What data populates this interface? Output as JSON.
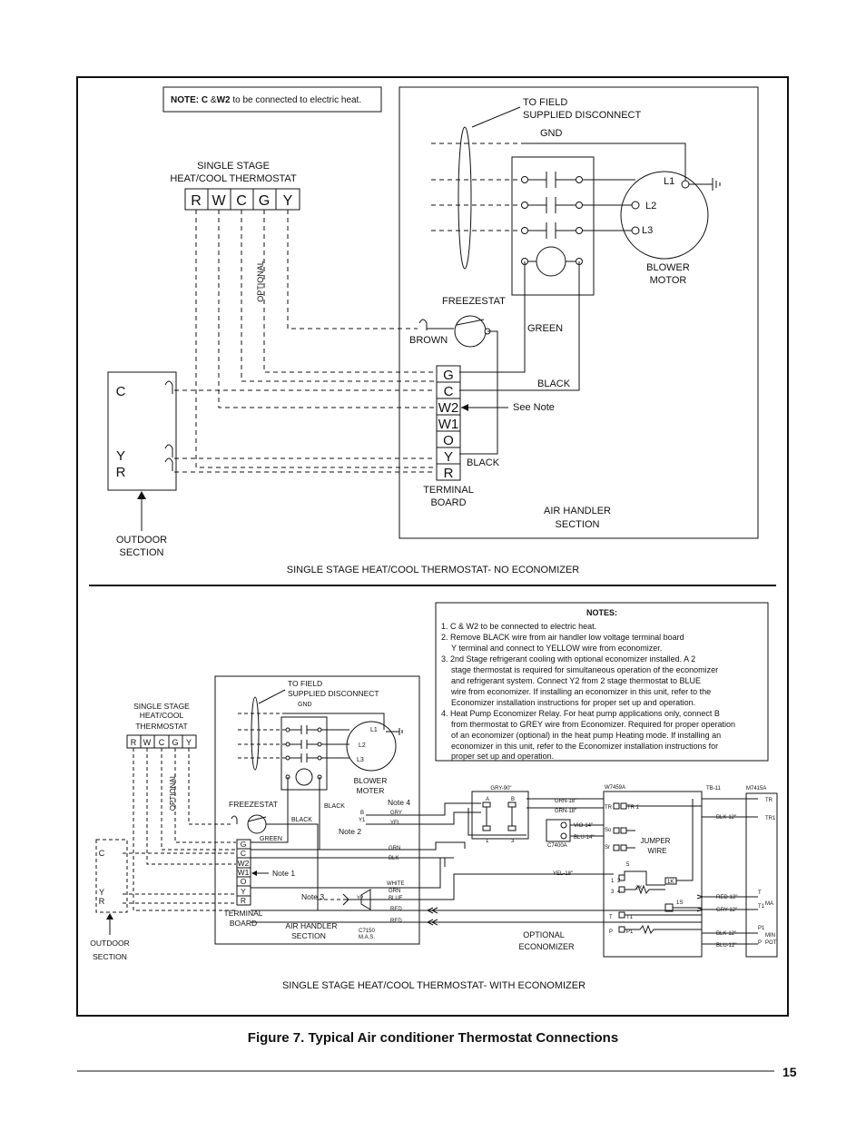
{
  "top_diagram": {
    "note": {
      "prefix": "NOTE:",
      "c": "C",
      "amp": "&",
      "w2": "W2",
      "rest": "to be connected to electric heat."
    },
    "thermostat_title_1": "SINGLE STAGE",
    "thermostat_title_2": "HEAT/COOL THERMOSTAT",
    "thermostat_terminals": [
      "R",
      "W",
      "C",
      "G",
      "Y"
    ],
    "optional_label": "OPTIONAL",
    "to_field_1": "TO FIELD",
    "to_field_2": "SUPPLIED DISCONNECT",
    "gnd": "GND",
    "motor_leads": [
      "L1",
      "L2",
      "L3"
    ],
    "blower_motor_1": "BLOWER",
    "blower_motor_2": "MOTOR",
    "freezestat": "FREEZESTAT",
    "brown": "BROWN",
    "green": "GREEN",
    "black_1": "BLACK",
    "black_2": "BLACK",
    "see_note": "See Note",
    "terminal_board": [
      "G",
      "C",
      "W2",
      "W1",
      "O",
      "Y",
      "R"
    ],
    "terminal_board_label_1": "TERMINAL",
    "terminal_board_label_2": "BOARD",
    "air_handler_1": "AIR HANDLER",
    "air_handler_2": "SECTION",
    "outdoor_terminals": [
      "C",
      "Y",
      "R"
    ],
    "outdoor_1": "OUTDOOR",
    "outdoor_2": "SECTION",
    "caption": "SINGLE STAGE HEAT/COOL THERMOSTAT- NO ECONOMIZER"
  },
  "bottom_diagram": {
    "notes_title": "NOTES:",
    "notes": [
      "1. C & W2 to be connected to electric heat.",
      "2. Remove BLACK wire from air handler low voltage terminal board",
      "Y terminal and connect to YELLOW wire from economizer.",
      "3. 2nd Stage refrigerant cooling with optional economizer installed. A 2",
      "stage thermostat is required for simultaneous operation of the economizer",
      "and refrigerant system. Connect Y2 from 2 stage thermostat to BLUE",
      "wire from economizer. If installing an economizer in this unit, refer to the",
      "Economizer installation instructions for proper set up and operation.",
      "4. Heat Pump Economizer Relay. For heat pump applications only, connect B",
      "from thermostat to GREY wire from Economizer. Required for proper operation",
      "of an economizer (optional) in the heat pump Heating mode. If installing an",
      "economizer in this unit, refer to the Economizer installation instructions for",
      "proper set up and operation."
    ],
    "thermostat_title": [
      "SINGLE STAGE",
      "HEAT/COOL",
      "THERMOSTAT"
    ],
    "thermostat_terminals": [
      "R",
      "W",
      "C",
      "G",
      "Y"
    ],
    "optional_label": "OPTIONAL",
    "to_field_1": "TO FIELD",
    "to_field_2": "SUPPLIED DISCONNECT",
    "gnd": "GND",
    "motor_leads": [
      "L1",
      "L2",
      "L3"
    ],
    "blower_1": "BLOWER",
    "blower_2": "MOTER",
    "freezestat": "FREEZESTAT",
    "black_a": "BLACK",
    "black_b": "BLACK",
    "green": "GREEN",
    "note_labels": [
      "Note 4",
      "Note 2",
      "Note 1",
      "Note 3"
    ],
    "by_labels": [
      "B",
      "Y1",
      "Y2"
    ],
    "wire_labels": [
      "GRY",
      "YEL",
      "GRN",
      "BLK",
      "WHITE",
      "GRN",
      "BLUE",
      "RED",
      "RED"
    ],
    "terminal_board": [
      "G",
      "C",
      "W2",
      "W1",
      "O",
      "Y",
      "R"
    ],
    "terminal_board_label_1": "TERMINAL",
    "terminal_board_label_2": "BOARD",
    "air_handler_1": "AIR HANDLER",
    "air_handler_2": "SECTION",
    "c7150_1": "C7150",
    "c7150_2": "M.A.S.",
    "outdoor_terminals": [
      "C",
      "Y",
      "R"
    ],
    "outdoor_1": "OUTDOOR",
    "outdoor_2": "SECTION",
    "relay_labels": {
      "gry90": "GRY-90\"",
      "a": "A",
      "b": "B",
      "one": "1",
      "three": "3"
    },
    "econ_wire_labels": [
      "GRN-18\"",
      "GRN-18\"",
      "VIO-14\"",
      "BLU-14\"",
      "YEL-18\""
    ],
    "c7400a": "C7400A",
    "w7459a": "W7459A",
    "tb11": "TB-11",
    "m7415a": "M7415A",
    "tr_labels": [
      "TR",
      "TR 1"
    ],
    "so_sr": [
      "So",
      "Sr"
    ],
    "jumper_1": "JUMPER",
    "jumper_2": "WIRE",
    "econ_small": [
      "5",
      "1",
      "2",
      "3",
      "4",
      "2K",
      "1K",
      "1S",
      "P",
      "P1",
      "T",
      "T1"
    ],
    "tb_wire_labels": [
      "BLK-12\"",
      "RED-12\"",
      "GRY-12\"",
      "BLK-12\"",
      "BLU-12\""
    ],
    "m7415a_pins": [
      "TR",
      "TR1",
      "T",
      "T1",
      "MA",
      "P1",
      "P",
      "MIN",
      "POT"
    ],
    "optional_econ_1": "OPTIONAL",
    "optional_econ_2": "ECONOMIZER",
    "caption": "SINGLE STAGE HEAT/COOL THERMOSTAT- WITH ECONOMIZER"
  },
  "figure_caption": "Figure 7. Typical Air conditioner Thermostat Connections",
  "page_number": "15"
}
